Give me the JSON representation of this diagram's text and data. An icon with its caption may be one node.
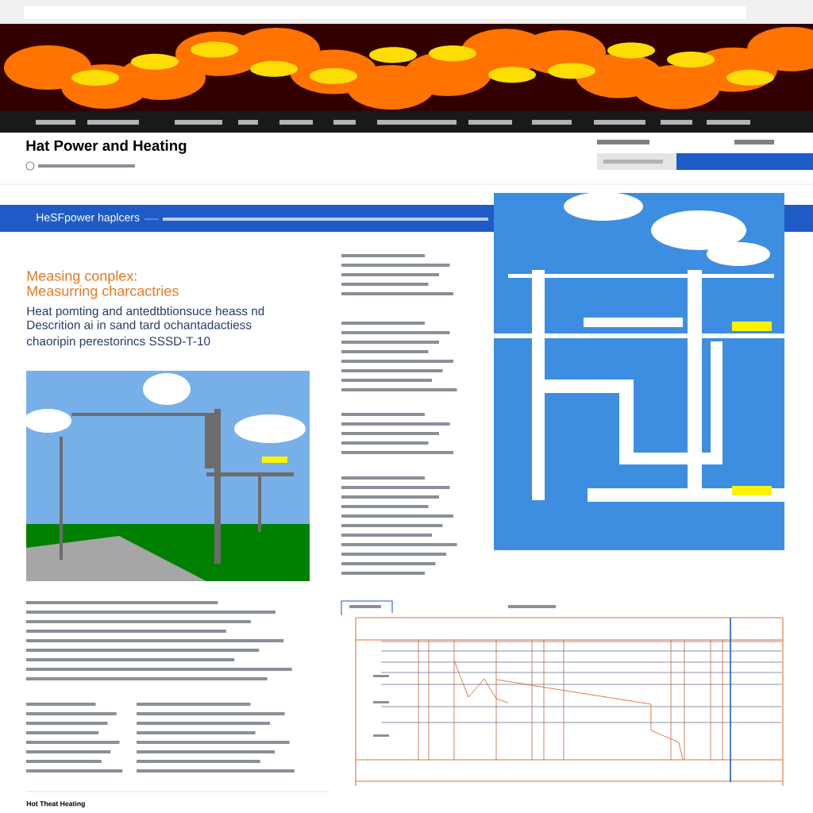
{
  "diagram": {
    "title": "Hat Power and Heating",
    "labels": [
      "HeSFpower haplcers",
      "Measing conplex:",
      "Measurring charcactries",
      "Heat pomting and antedtbtionsuce heass nd",
      "Descrition ai in sand tard ochantadactiess",
      "chaoripin perestorincs SSSD-T-10",
      "Hot Theat Heating"
    ]
  }
}
